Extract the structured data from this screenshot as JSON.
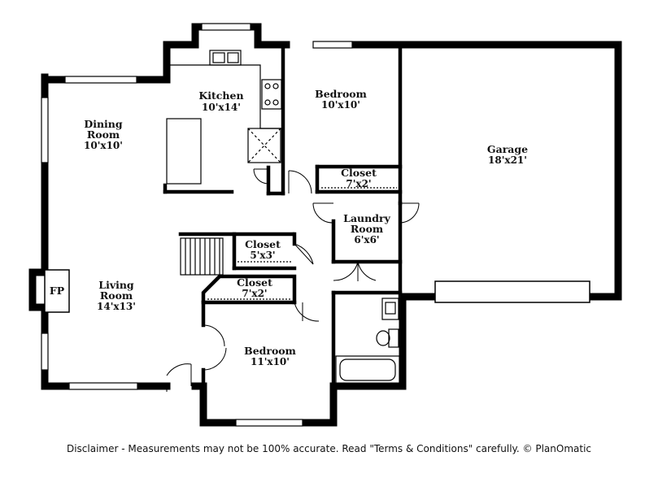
{
  "rooms": {
    "kitchen": {
      "name": "Kitchen",
      "dim": "10'x14'"
    },
    "dining": {
      "name_line1": "Dining",
      "name_line2": "Room",
      "dim": "10'x10'"
    },
    "bedroom_top": {
      "name": "Bedroom",
      "dim": "10'x10'"
    },
    "garage": {
      "name": "Garage",
      "dim": "18'x21'"
    },
    "closet_top": {
      "name": "Closet",
      "dim": "7'x2'"
    },
    "laundry": {
      "name_line1": "Laundry",
      "name_line2": "Room",
      "dim": "6'x6'"
    },
    "closet_mid": {
      "name": "Closet",
      "dim": "5'x3'"
    },
    "closet_low": {
      "name": "Closet",
      "dim": "7'x2'"
    },
    "living": {
      "name_line1": "Living",
      "name_line2": "Room",
      "dim": "14'x13'"
    },
    "bedroom_bottom": {
      "name": "Bedroom",
      "dim": "11'x10'"
    },
    "fireplace": {
      "name": "FP"
    }
  },
  "disclaimer": "Disclaimer - Measurements may not be 100% accurate. Read \"Terms & Conditions\" carefully. © PlanOmatic"
}
